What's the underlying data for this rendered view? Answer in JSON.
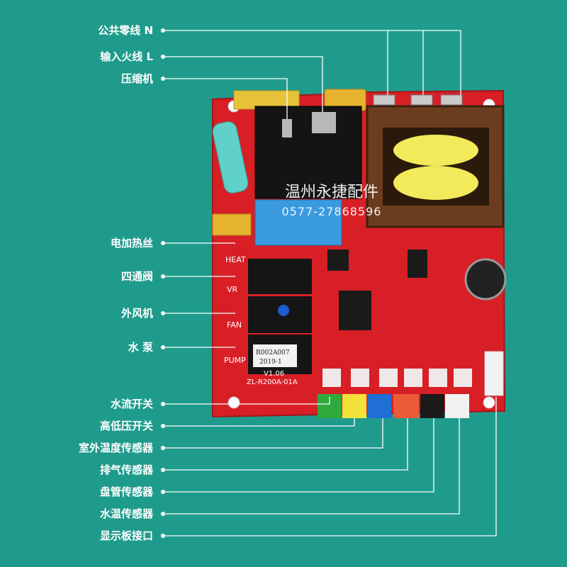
{
  "callouts": [
    {
      "text": "公共零线 N"
    },
    {
      "text": "输入火线 L"
    },
    {
      "text": "压缩机"
    },
    {
      "text": "电加热丝"
    },
    {
      "text": "四通阀"
    },
    {
      "text": "外风机"
    },
    {
      "text": "水 泵"
    },
    {
      "text": "水流开关"
    },
    {
      "text": "高低压开关"
    },
    {
      "text": "室外温度传感器"
    },
    {
      "text": "排气传感器"
    },
    {
      "text": "盘管传感器"
    },
    {
      "text": "水温传感器"
    },
    {
      "text": "显示板接口"
    }
  ],
  "watermark": {
    "brand": "温州永捷配件",
    "phone": "0577-27868596"
  },
  "board": {
    "silkscreen": {
      "heat": "HEAT",
      "vr": "VR",
      "fan": "FAN",
      "pump": "PUMP",
      "model": "ZL-R200A-01A",
      "version": "V1.06",
      "chip_code": "R002A007",
      "chip_date": "2019-1"
    }
  },
  "colors": {
    "background": "#1f9b8c",
    "board": "#d81f26",
    "line": "#ffffff",
    "connector_green": "#2faa3c",
    "connector_yellow": "#f3e23a",
    "connector_blue": "#1f6fd6",
    "connector_orange": "#ec5a37",
    "connector_black": "#1a1a1a",
    "connector_white": "#f2f2f2"
  }
}
